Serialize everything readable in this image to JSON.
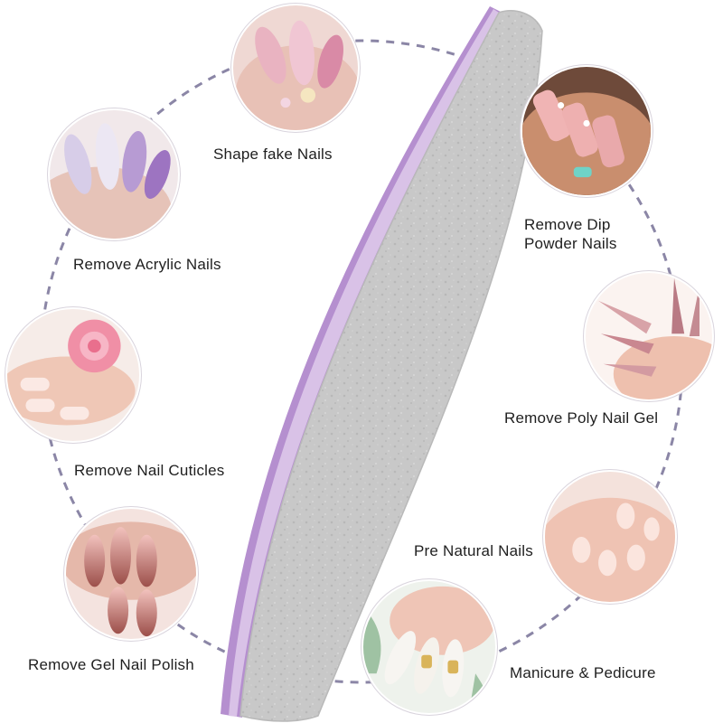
{
  "colors": {
    "ring": "#8b86a6",
    "file_face": "#c9c9c9",
    "file_edge": "#b58fcf",
    "label_text": "#1f1f1f"
  },
  "uses": [
    {
      "id": "shape-fake-nails",
      "label": "Shape fake Nails",
      "icon": "almond-pink-nails-photo"
    },
    {
      "id": "remove-acrylic-nails",
      "label": "Remove Acrylic Nails",
      "icon": "lavender-nails-photo"
    },
    {
      "id": "remove-nail-cuticles",
      "label": "Remove Nail Cuticles",
      "icon": "french-nails-with-rose-photo"
    },
    {
      "id": "remove-gel-nail-polish",
      "label": "Remove Gel Nail Polish",
      "icon": "chrome-gradient-nails-photo"
    },
    {
      "id": "remove-dip-powder-nails",
      "label_lines": [
        "Remove Dip",
        "Powder Nails"
      ],
      "icon": "nude-coffin-nails-photo"
    },
    {
      "id": "remove-poly-nail-gel",
      "label": "Remove Poly Nail Gel",
      "icon": "stiletto-patterned-nails-photo"
    },
    {
      "id": "pre-natural-nails",
      "label": "Pre Natural Nails",
      "icon": "natural-nude-nails-photo"
    },
    {
      "id": "manicure-pedicure",
      "label": "Manicure & Pedicure",
      "icon": "gold-flake-white-nails-photo"
    }
  ]
}
